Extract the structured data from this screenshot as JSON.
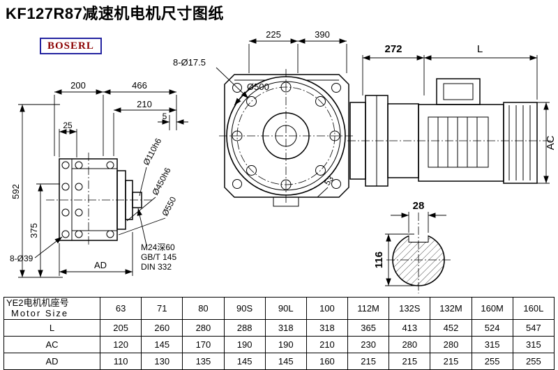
{
  "title": "KF127R87减速机电机尺寸图纸",
  "logo": "BOSERL",
  "side_view": {
    "dim_200": "200",
    "dim_466": "466",
    "dim_210": "210",
    "dim_5": "5",
    "dim_25": "25",
    "dim_592": "592",
    "dim_375": "375",
    "holes": "8-Ø39",
    "dim_ad": "AD",
    "tap_hole": "M24深60",
    "tap_std1": "GB/T 145",
    "tap_std2": "DIN 332",
    "dia_shaft": "Ø110h6",
    "dia_spigot": "Ø450h6",
    "dia_flange": "Ø550"
  },
  "front_view": {
    "dim_225": "225",
    "dim_390": "390",
    "holes": "8-Ø17.5",
    "dia_500": "Ø500",
    "dim_53": "53"
  },
  "motor": {
    "dim_272": "272",
    "dim_L": "L",
    "dim_AC": "AC"
  },
  "shaft_section": {
    "dim_28": "28",
    "dim_116": "116"
  },
  "table": {
    "header_cn": "YE2电机机座号",
    "header_en": "Motor Size",
    "sizes": [
      "63",
      "71",
      "80",
      "90S",
      "90L",
      "100",
      "112M",
      "132S",
      "132M",
      "160M",
      "160L"
    ],
    "rows": [
      {
        "label": "L",
        "values": [
          "205",
          "260",
          "280",
          "288",
          "318",
          "318",
          "365",
          "413",
          "452",
          "524",
          "547"
        ]
      },
      {
        "label": "AC",
        "values": [
          "120",
          "145",
          "170",
          "190",
          "190",
          "210",
          "230",
          "280",
          "280",
          "315",
          "315"
        ]
      },
      {
        "label": "AD",
        "values": [
          "110",
          "130",
          "135",
          "145",
          "145",
          "160",
          "215",
          "215",
          "215",
          "255",
          "255"
        ]
      }
    ]
  },
  "colors": {
    "line": "#000000",
    "logo_text": "#8b0000",
    "logo_border": "#2323a0"
  }
}
